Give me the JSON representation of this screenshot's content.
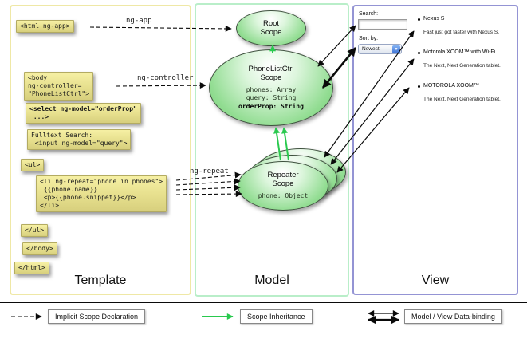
{
  "panels": {
    "template_label": "Template",
    "model_label": "Model",
    "view_label": "View"
  },
  "template_code": {
    "html_open": "<html ng-app>",
    "body_open": "<body\nng-controller=\n\"PhoneListCtrl\">",
    "select_code": "<select ng-model=\"orderProp\"\n ...>",
    "fulltext_code": "Fulltext Search:\n <input ng-model=\"query\">",
    "ul_open": "<ul>",
    "li_code": "<li ng-repeat=\"phone in phones\">\n {{phone.name}}\n <p>{{phone.snippet}}</p>\n</li>",
    "ul_close": "</ul>",
    "body_close": "</body>",
    "html_close": "</html>"
  },
  "arrow_labels": {
    "ng_app": "ng-app",
    "ng_controller": "ng-controller",
    "ng_repeat": "ng-repeat"
  },
  "scopes": {
    "root": {
      "title": "Root\nScope"
    },
    "phone_list_ctrl": {
      "title": "PhoneListCtrl\nScope",
      "props": "phones: Array\nquery: String",
      "bold_prop": "orderProp: String"
    },
    "repeater": {
      "title": "Repeater\nScope",
      "props": "phone: Object"
    }
  },
  "view": {
    "search_label": "Search:",
    "sort_label": "Sort by:",
    "sort_value": "Newest",
    "sort_dropdown_icon": "▼",
    "items": [
      {
        "name": "Nexus S",
        "desc": "Fast just got faster with Nexus S."
      },
      {
        "name": "Motorola XOOM™ with Wi-Fi",
        "desc": "The Next, Next Generation tablet."
      },
      {
        "name": "MOTOROLA XOOM™",
        "desc": "The Next, Next Generation tablet."
      }
    ]
  },
  "legend": {
    "implicit": "Implicit Scope Declaration",
    "inheritance": "Scope Inheritance",
    "databinding": "Model / View Data-binding"
  },
  "colors": {
    "scope_green": "#93dd93",
    "inheritance_green": "#29c94e",
    "code_yellow": "#e6df8d",
    "template_border": "#efe8a6",
    "model_border": "#b9eec9",
    "view_border": "#9494d4"
  }
}
